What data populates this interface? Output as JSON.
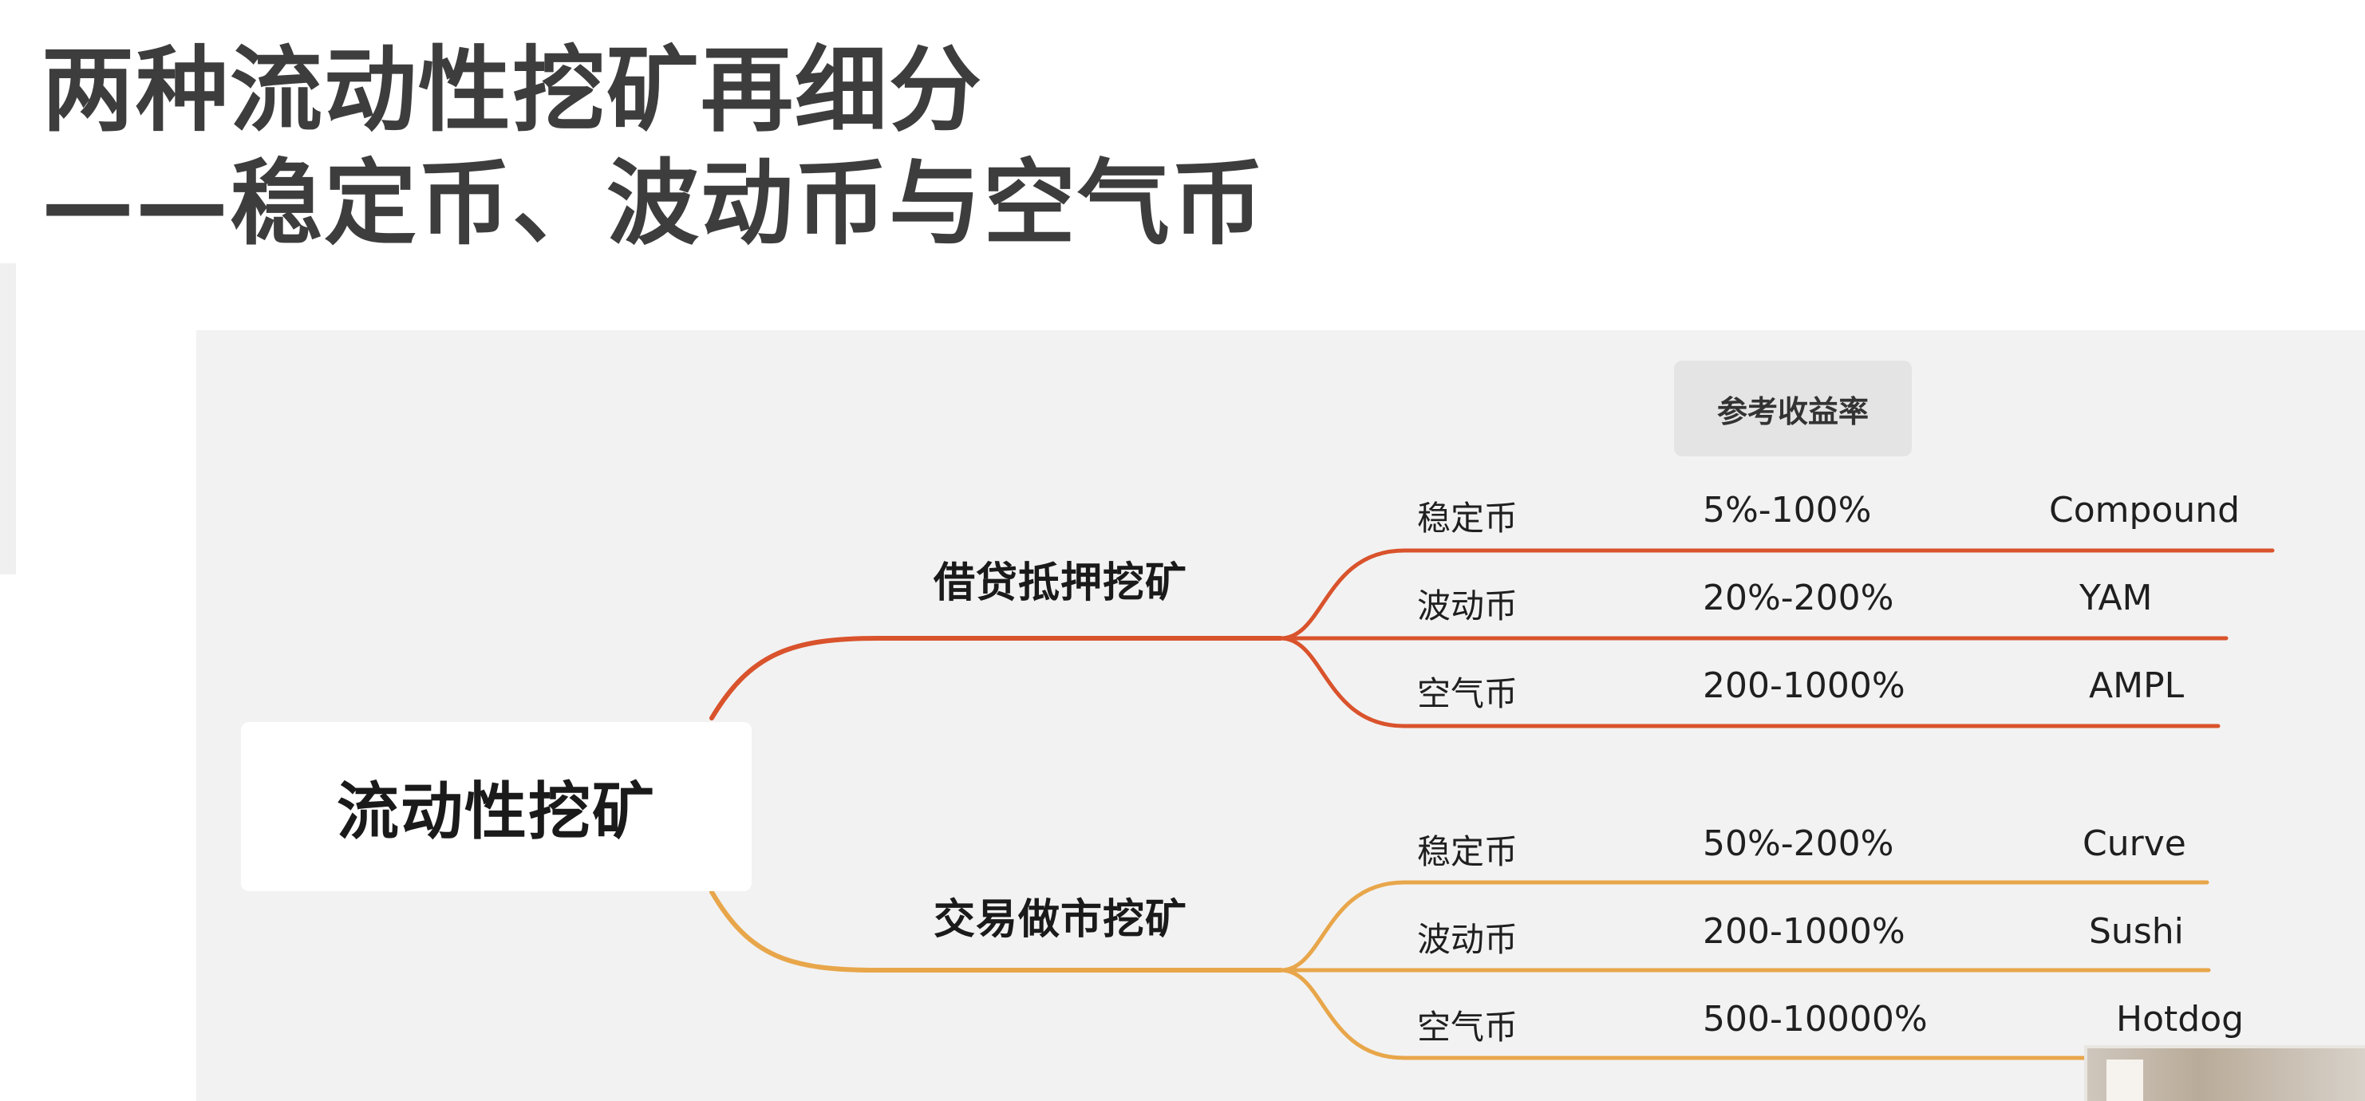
{
  "title": {
    "line1": "两种流动性挖矿再细分",
    "line2": "——稳定币、波动币与空气币"
  },
  "mindmap": {
    "root": "流动性挖矿",
    "reference_header": "参考收益率",
    "colors": {
      "lending_branch": "#d9532c",
      "market_making_branch": "#e8a64a",
      "panel_background": "#f2f2f2",
      "title_text": "#3d3d3d"
    },
    "branches": [
      {
        "label": "借贷抵押挖矿",
        "leaves": [
          {
            "type": "稳定币",
            "rate": "5%-100%",
            "project": "Compound"
          },
          {
            "type": "波动币",
            "rate": "20%-200%",
            "project": "YAM"
          },
          {
            "type": "空气币",
            "rate": "200-1000%",
            "project": "AMPL"
          }
        ]
      },
      {
        "label": "交易做市挖矿",
        "leaves": [
          {
            "type": "稳定币",
            "rate": "50%-200%",
            "project": "Curve"
          },
          {
            "type": "波动币",
            "rate": "200-1000%",
            "project": "Sushi"
          },
          {
            "type": "空气币",
            "rate": "500-10000%",
            "project": "Hotdog"
          }
        ]
      }
    ]
  }
}
